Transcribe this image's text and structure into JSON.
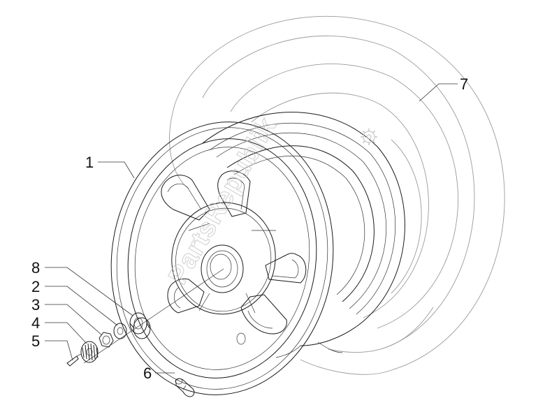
{
  "diagram": {
    "callouts": [
      {
        "id": "1",
        "label": "1"
      },
      {
        "id": "2",
        "label": "2"
      },
      {
        "id": "3",
        "label": "3"
      },
      {
        "id": "4",
        "label": "4"
      },
      {
        "id": "5",
        "label": "5"
      },
      {
        "id": "6",
        "label": "6"
      },
      {
        "id": "7",
        "label": "7"
      },
      {
        "id": "8",
        "label": "8"
      }
    ],
    "watermark": "PartsRepublik",
    "colors": {
      "line": "#1a1a1a",
      "tire": "#9a9a9a",
      "watermark": "#c8c8c8",
      "background": "#ffffff"
    }
  }
}
